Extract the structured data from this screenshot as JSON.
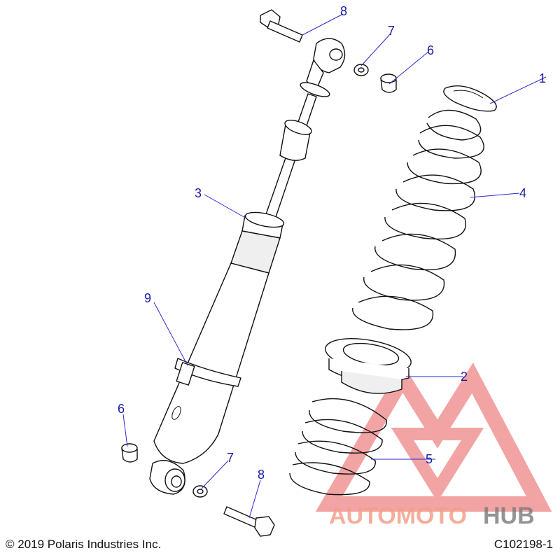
{
  "diagram": {
    "callouts": [
      "1",
      "2",
      "3",
      "4",
      "5",
      "6",
      "7",
      "8",
      "9"
    ],
    "callout_color": "#1a1aa8"
  },
  "watermark": {
    "word_a": "AUTOMOTO",
    "word_b": "HUB",
    "color_a": "#f3a08a",
    "color_b": "#f0c27a",
    "color_hub": "#7a7a7a"
  },
  "footer": {
    "copyright": "© 2019 Polaris Industries Inc.",
    "code": "C102198-1"
  }
}
